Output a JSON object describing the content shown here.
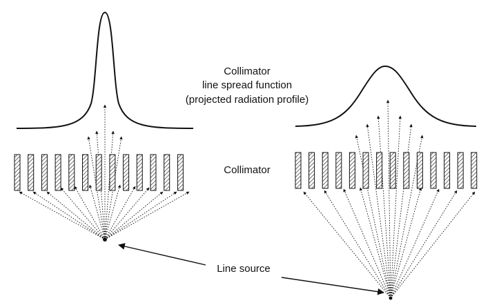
{
  "labels": {
    "lsf_line1": "Collimator",
    "lsf_line2": "line spread function",
    "lsf_line3": "(projected radiation profile)",
    "collimator": "Collimator",
    "line_source": "Line source"
  },
  "colors": {
    "ink": "#111111",
    "hatch": "#333333"
  }
}
